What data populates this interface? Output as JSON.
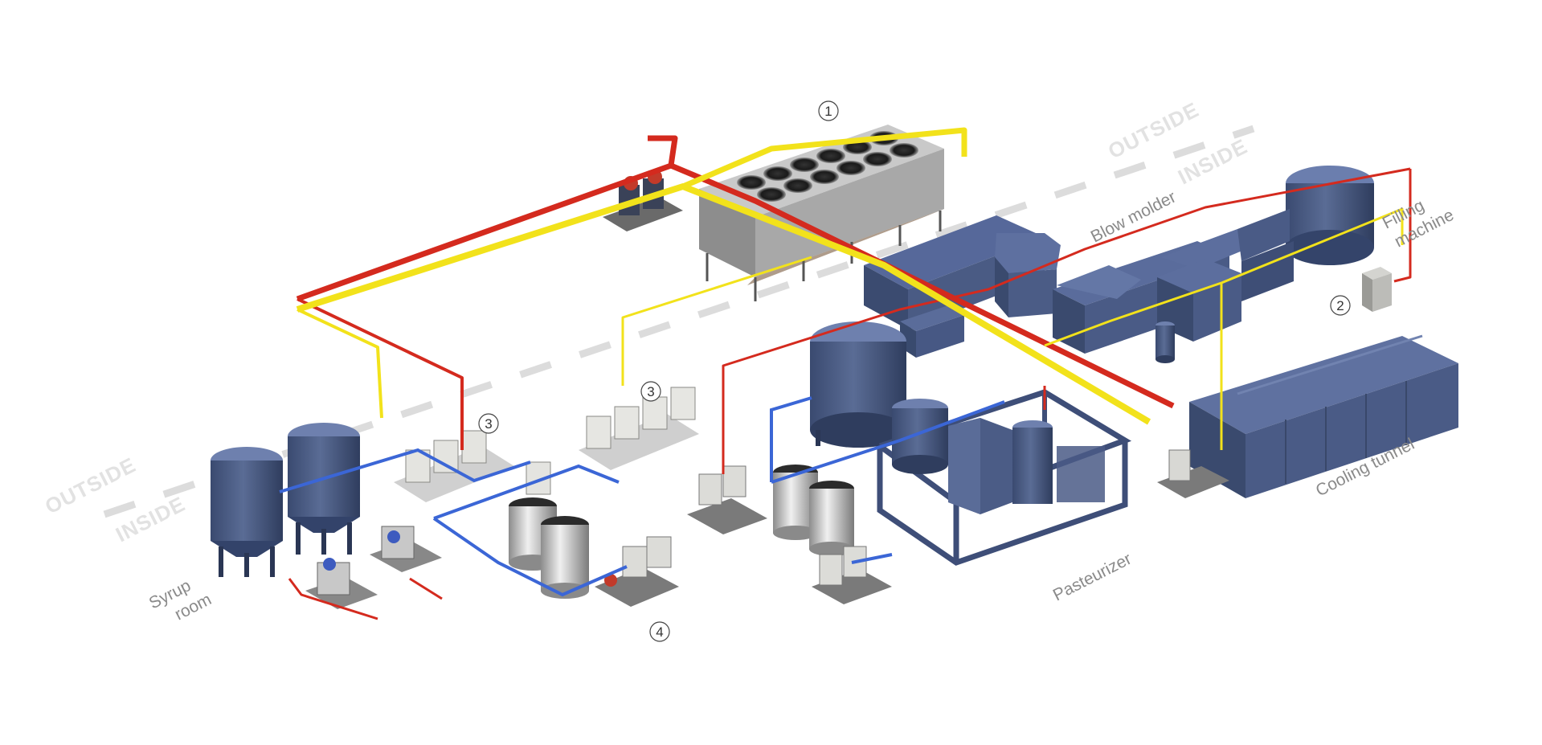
{
  "zones": {
    "outside_left": "OUTSIDE",
    "inside_left": "INSIDE",
    "outside_right": "OUTSIDE",
    "inside_right": "INSIDE"
  },
  "labels": {
    "syrup_room_line1": "Syrup",
    "syrup_room_line2": "room",
    "blow_molder": "Blow molder",
    "filling_line1": "Filling",
    "filling_line2": "machine",
    "cooling_tunnel": "Cooling tunnel",
    "pasteurizer": "Pasteurizer"
  },
  "markers": {
    "m1": "1",
    "m2": "2",
    "m3a": "3",
    "m3b": "3",
    "m4": "4"
  },
  "colors": {
    "equipment": "#4d5f87",
    "equipment_dark": "#3a4a6e",
    "equipment_light": "#6f81a8",
    "pipe_red": "#d42a1e",
    "pipe_yellow": "#f2e21b",
    "pipe_blue": "#3b66d6",
    "steel": "#b9b9b9"
  }
}
